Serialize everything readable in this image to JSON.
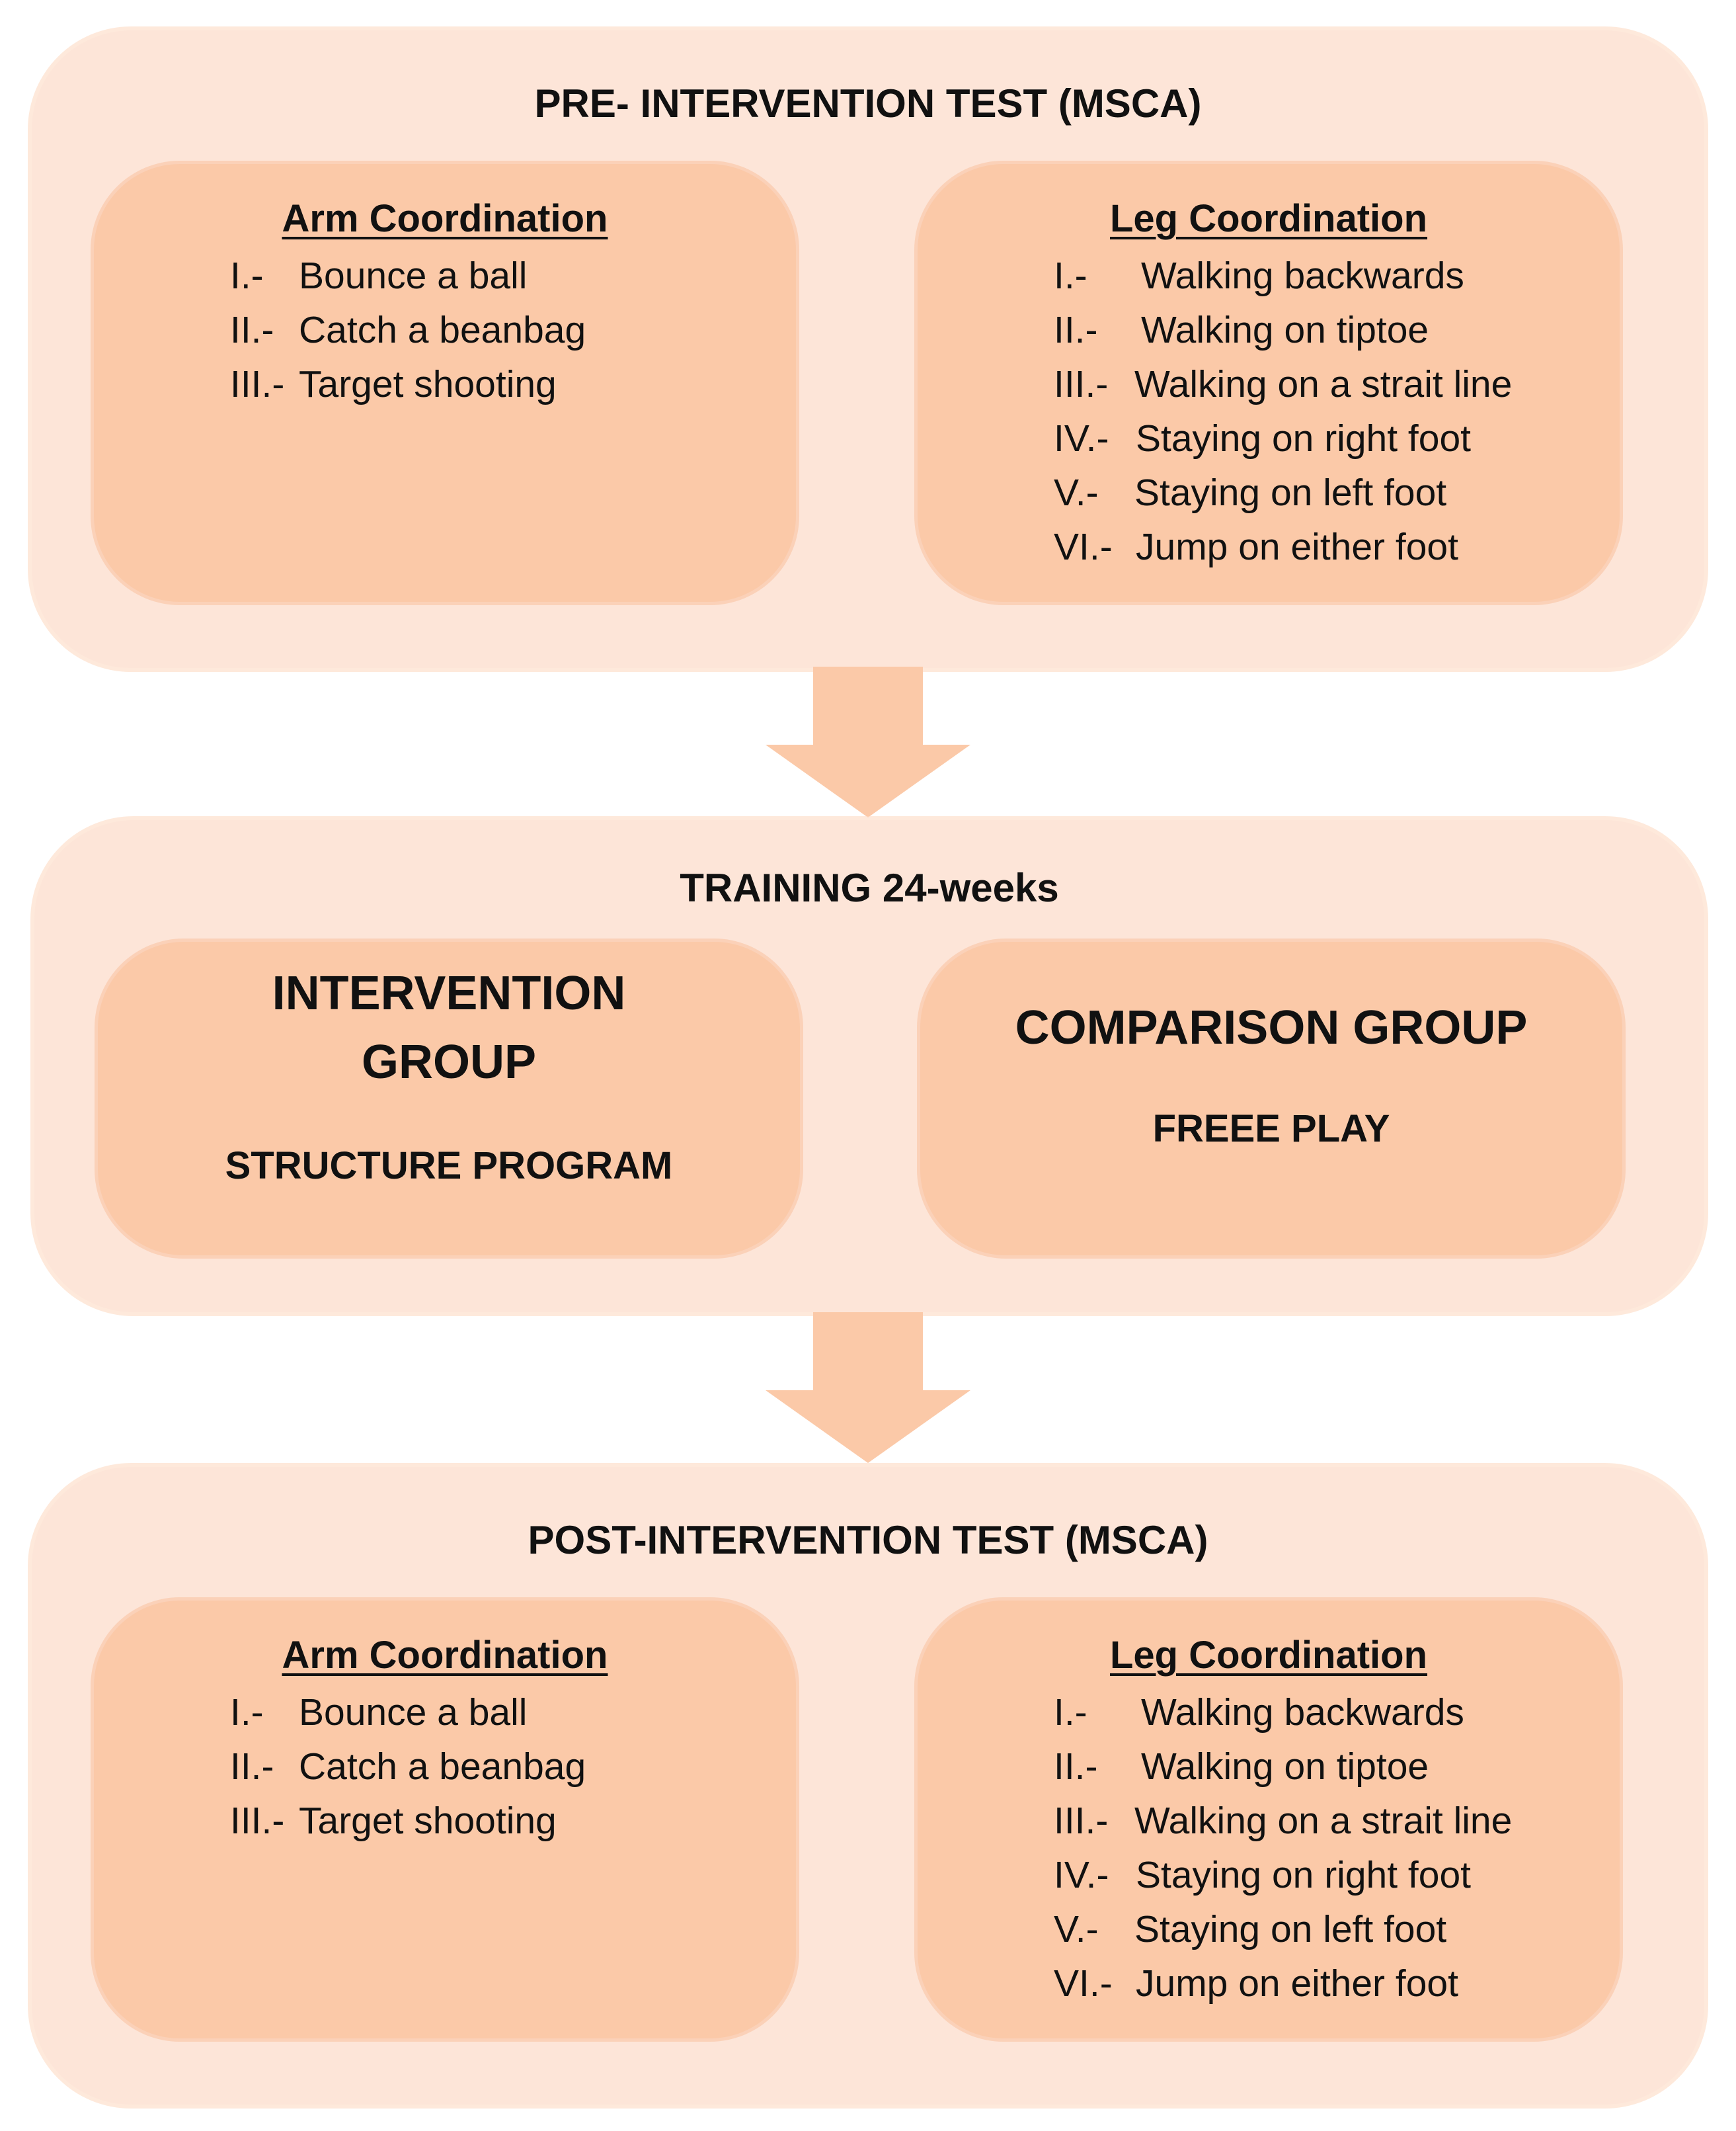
{
  "colors": {
    "stage_fill": "#fde5d8",
    "panel_fill": "#fbc9a8",
    "arrow_fill": "#fbc9a8",
    "text": "#111111"
  },
  "pre_test": {
    "title": "PRE- INTERVENTION TEST (MSCA)",
    "arm": {
      "title": "Arm Coordination",
      "items": [
        {
          "num": "I.-",
          "text": "Bounce a ball"
        },
        {
          "num": "II.-",
          "text": "Catch a beanbag"
        },
        {
          "num": "III.-",
          "text": "Target shooting"
        }
      ]
    },
    "leg": {
      "title": "Leg Coordination",
      "items": [
        {
          "num": "I.-",
          "text": "Walking backwards"
        },
        {
          "num": "II.-",
          "text": "Walking on tiptoe"
        },
        {
          "num": "III.-",
          "text": "Walking on a strait line"
        },
        {
          "num": "IV.-",
          "text": "Staying on right foot"
        },
        {
          "num": "V.-",
          "text": "Staying on left foot"
        },
        {
          "num": "VI.-",
          "text": "Jump on either foot"
        }
      ]
    }
  },
  "training": {
    "title": "TRAINING 24-weeks",
    "intervention": {
      "name": "INTERVENTION GROUP",
      "sub": "STRUCTURE PROGRAM"
    },
    "comparison": {
      "name": "COMPARISON GROUP",
      "sub": "FREEE PLAY"
    }
  },
  "post_test": {
    "title": "POST-INTERVENTION TEST (MSCA)",
    "arm": {
      "title": "Arm Coordination",
      "items": [
        {
          "num": "I.-",
          "text": "Bounce a ball"
        },
        {
          "num": "II.-",
          "text": "Catch a beanbag"
        },
        {
          "num": "III.-",
          "text": "Target shooting"
        }
      ]
    },
    "leg": {
      "title": "Leg Coordination",
      "items": [
        {
          "num": "I.-",
          "text": "Walking backwards"
        },
        {
          "num": "II.-",
          "text": "Walking on tiptoe"
        },
        {
          "num": "III.-",
          "text": "Walking on a strait line"
        },
        {
          "num": "IV.-",
          "text": "Staying on right foot"
        },
        {
          "num": "V.-",
          "text": "Staying on left foot"
        },
        {
          "num": "VI.-",
          "text": "Jump on either foot"
        }
      ]
    }
  }
}
